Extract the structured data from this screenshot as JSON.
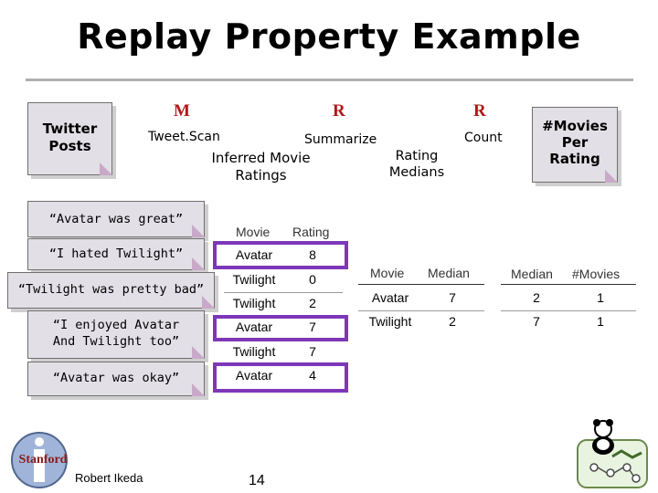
{
  "title": "Replay Property Example",
  "source": {
    "label": "Twitter Posts"
  },
  "operators": [
    "M",
    "R",
    "R"
  ],
  "steps": {
    "tweetscan": "Tweet.Scan",
    "summarize": "Summarize",
    "count": "Count"
  },
  "outputs": {
    "inferred": "Inferred Movie Ratings",
    "medians": "Rating Medians",
    "final": "#Movies Per Rating"
  },
  "posts": [
    "“Avatar was great”",
    "“I hated Twilight”",
    "“Twilight was pretty bad”",
    "“I enjoyed Avatar And Twilight too”",
    "“Avatar was okay”"
  ],
  "ratings_table": {
    "headers": [
      "Movie",
      "Rating"
    ],
    "rows": [
      [
        "Avatar",
        "8"
      ],
      [
        "Twilight",
        "0"
      ],
      [
        "Twilight",
        "2"
      ],
      [
        "Avatar",
        "7"
      ],
      [
        "Twilight",
        "7"
      ],
      [
        "Avatar",
        "4"
      ]
    ]
  },
  "median_table": {
    "headers": [
      "Movie",
      "Median"
    ],
    "rows": [
      [
        "Avatar",
        "7"
      ],
      [
        "Twilight",
        "2"
      ]
    ]
  },
  "count_table": {
    "headers": [
      "Median",
      "#Movies"
    ],
    "rows": [
      [
        "2",
        "1"
      ],
      [
        "7",
        "1"
      ]
    ]
  },
  "footer": {
    "author": "Robert Ikeda",
    "page": "14",
    "logo_text": "Stanford"
  },
  "colors": {
    "highlight": "#7d37b8",
    "operator": "#b01818",
    "note_fill": "#e2dfe6",
    "note_fold": "#c9a9c9"
  }
}
